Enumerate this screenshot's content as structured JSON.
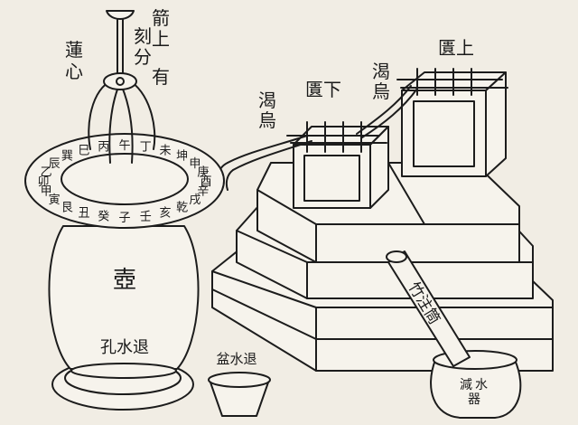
{
  "labels": {
    "arrow_line1": "箭上",
    "arrow_line2": "刻分有",
    "lotus_heart": "蓮心",
    "pot": "壺",
    "outlet_hole": "孔水退",
    "basin": "盆水退",
    "upper_tank": "匱上",
    "lower_tank": "匱下",
    "siphon_upper": "渴烏",
    "siphon_lower": "渴烏",
    "bamboo_tube": "竹注筒",
    "overflow_jar": "減水器"
  },
  "dial": {
    "text": "子癸丑艮寅甲卯乙辰巽巳丙午丁未坤申庚酉辛戌乾亥壬"
  }
}
